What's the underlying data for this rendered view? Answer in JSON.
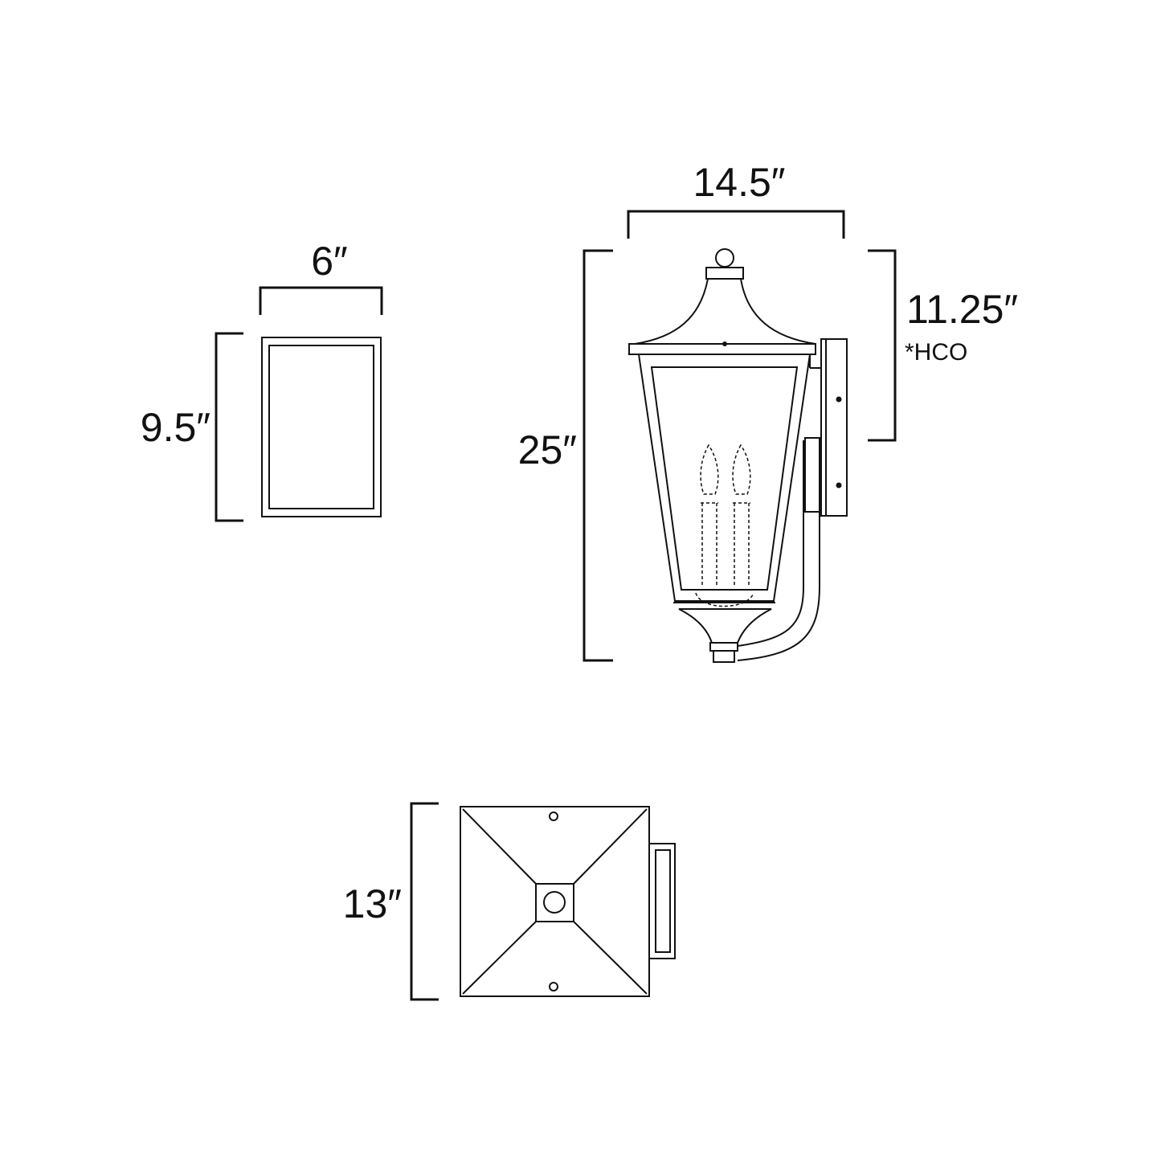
{
  "dimensions": {
    "backplate_width": "6″",
    "backplate_height": "9.5″",
    "fixture_width": "14.5″",
    "fixture_height": "25″",
    "hco_value": "11.25″",
    "hco_note": "*HCO",
    "top_view_size": "13″"
  },
  "colors": {
    "line": "#111111",
    "background": "#ffffff"
  }
}
